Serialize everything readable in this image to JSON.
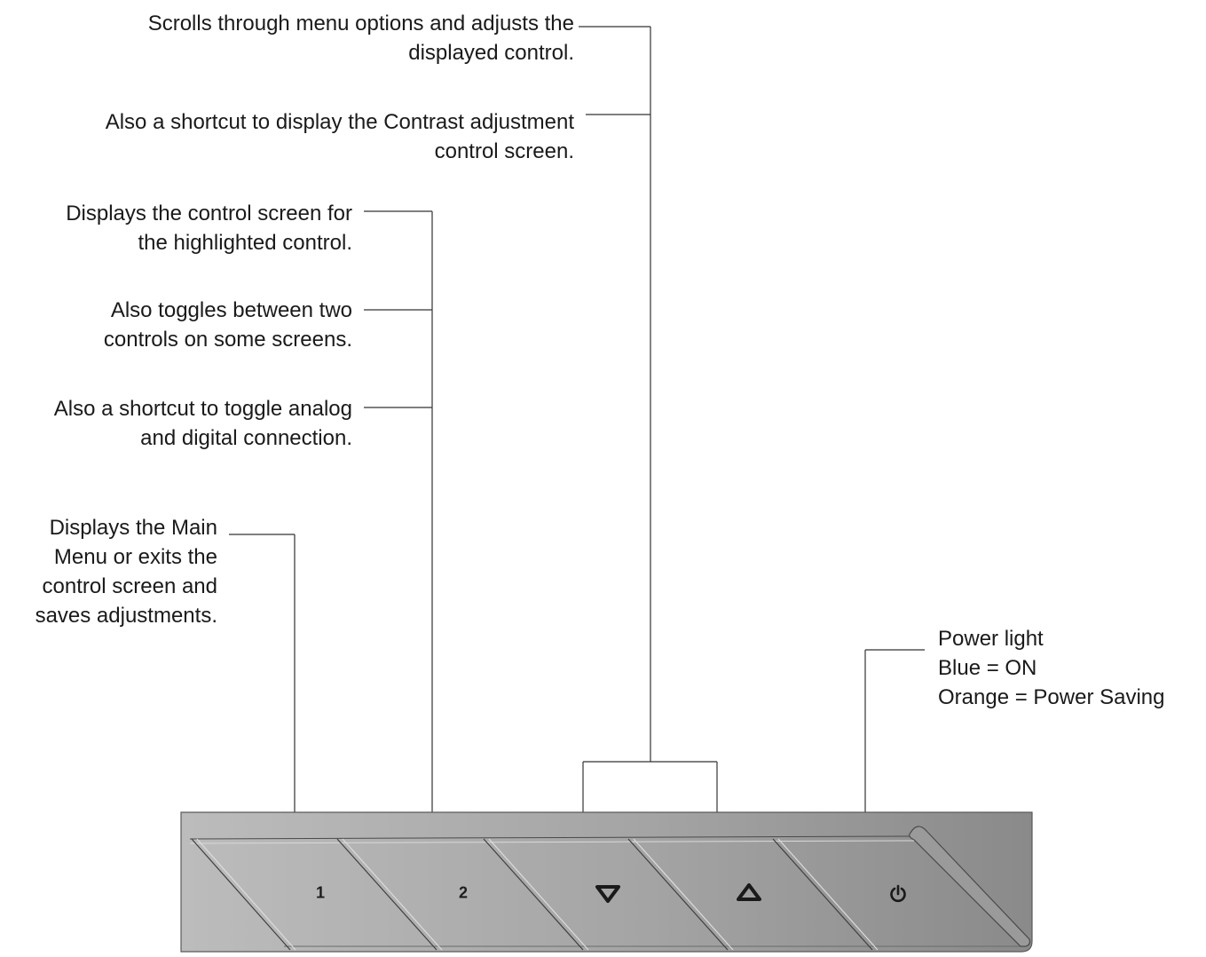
{
  "callouts": {
    "scroll": {
      "lines": [
        "Scrolls through menu options and adjusts the",
        "displayed control."
      ]
    },
    "contrast": {
      "lines": [
        "Also a shortcut to display the Contrast adjustment",
        "control screen."
      ]
    },
    "display_control": {
      "lines": [
        "Displays the control screen for",
        "the highlighted control."
      ]
    },
    "toggle_controls": {
      "lines": [
        "Also toggles between two",
        "controls on some screens."
      ]
    },
    "toggle_connection": {
      "lines": [
        "Also a shortcut to toggle analog",
        "and digital connection."
      ]
    },
    "main_menu": {
      "lines": [
        "Displays the Main",
        "Menu or exits the",
        "control screen and",
        "saves adjustments."
      ]
    },
    "power": {
      "lines": [
        "Power light",
        "Blue = ON",
        "Orange = Power Saving"
      ]
    }
  },
  "buttons": [
    {
      "label": "1",
      "icon": "none"
    },
    {
      "label": "2",
      "icon": "none"
    },
    {
      "label": "",
      "icon": "triangle-down-icon"
    },
    {
      "label": "",
      "icon": "triangle-up-icon"
    },
    {
      "label": "",
      "icon": "power-icon"
    }
  ],
  "colors": {
    "panel_light": "#b9b9b9",
    "panel_dark": "#8a8a8a",
    "line": "#333333"
  }
}
